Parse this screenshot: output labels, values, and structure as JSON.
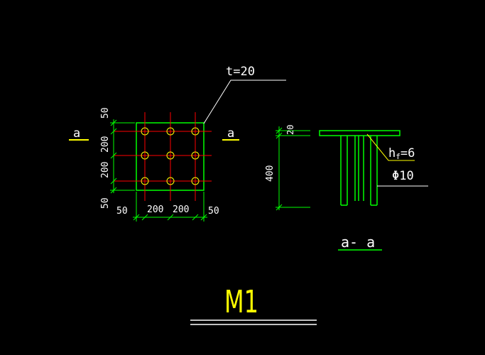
{
  "colors": {
    "background": "#000000",
    "green": "#00ff00",
    "red": "#ff0000",
    "yellow": "#ffff00",
    "white": "#ffffff"
  },
  "drawing": {
    "title": "M1",
    "plate_thickness": "t=20",
    "section_mark": "a",
    "section_view_label": "a- a",
    "weld_size": "h_f=6",
    "weld_size_main": "h",
    "weld_size_sub": "f",
    "weld_size_rest": "=6",
    "anchor_bar": "Φ10",
    "plan_dims": {
      "left": [
        "50",
        "200",
        "200",
        "50"
      ],
      "bottom": [
        "50",
        "200",
        "200",
        "50"
      ]
    },
    "section_dims": {
      "plate": "20",
      "anchor_length": "400"
    }
  }
}
